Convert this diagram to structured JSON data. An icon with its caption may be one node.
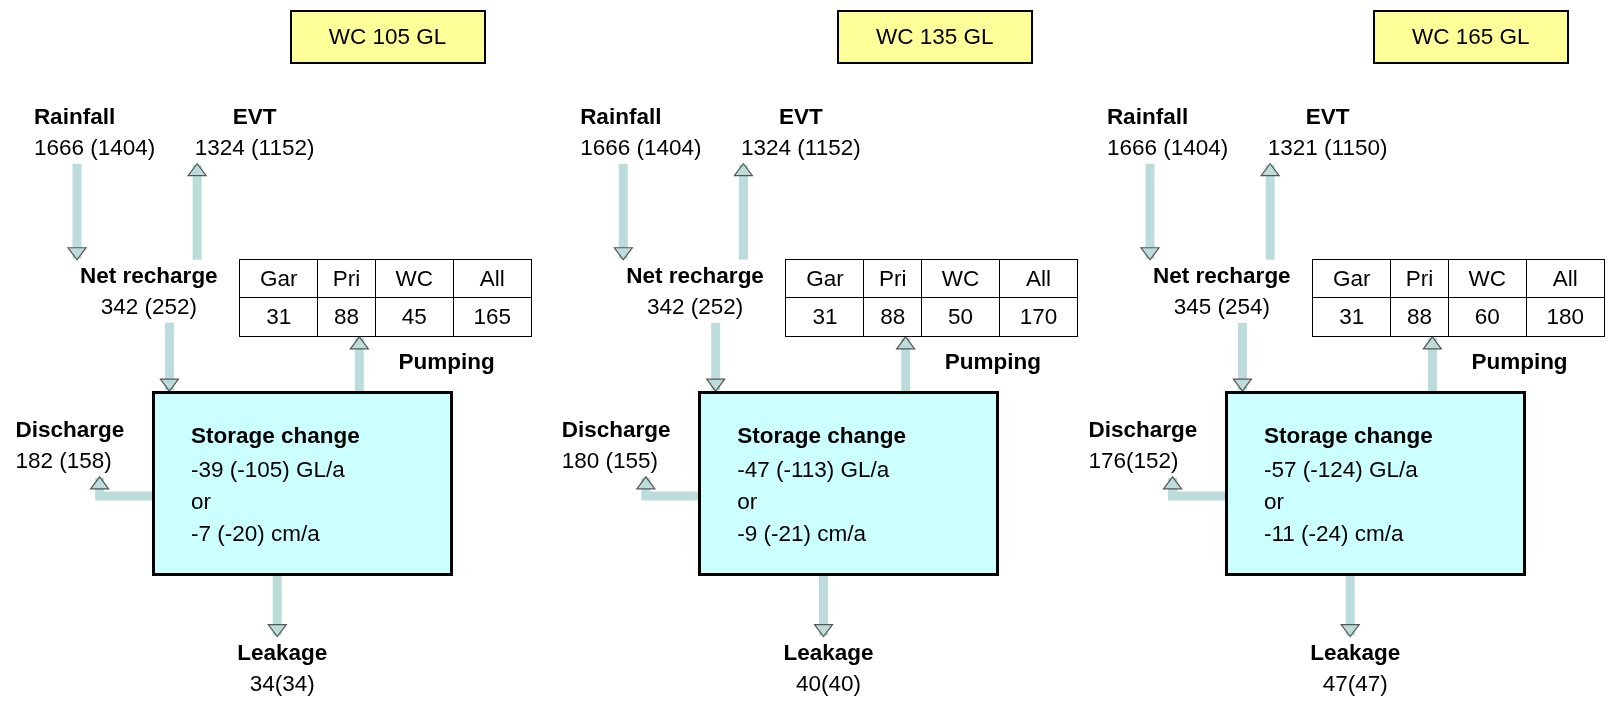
{
  "diagram": {
    "nodes": [
      {
        "text": [
          "WC 105 GL"
        ]
      },
      {
        "text": [
          "Rainfall",
          "1666 (1404)"
        ]
      },
      {
        "text": [
          "EVT",
          "1324 (1152)"
        ]
      },
      {
        "text": [
          "Net recharge",
          "342 (252)"
        ]
      },
      {
        "text": [
          "Gar",
          "Pri",
          "WC",
          "All",
          "31",
          "88",
          "45",
          "165"
        ],
        "beside": [
          "Pumping"
        ]
      },
      {
        "text": [
          "Storage change",
          "-39 (-105) GL/a",
          "or",
          "-7 (-20) cm/a"
        ]
      },
      {
        "text": [
          "Discharge",
          "182 (158)"
        ]
      },
      {
        "text": [
          "Leakage",
          "34(34)"
        ]
      },
      {
        "text": [
          "WC 135 GL"
        ]
      },
      {
        "text": [
          "Rainfall",
          "1666 (1404)"
        ]
      },
      {
        "text": [
          "EVT",
          "1324 (1152)"
        ]
      },
      {
        "text": [
          "Net recharge",
          "342 (252)"
        ]
      },
      {
        "text": [
          "Gar",
          "Pri",
          "WC",
          "All",
          "31",
          "88",
          "50",
          "170"
        ],
        "beside": [
          "Pumping"
        ]
      },
      {
        "text": [
          "Storage change",
          "-47 (-113) GL/a",
          "or",
          "-9 (-21) cm/a"
        ]
      },
      {
        "text": [
          "Discharge",
          "180 (155)"
        ]
      },
      {
        "text": [
          "Leakage",
          "40(40)"
        ]
      },
      {
        "text": [
          "WC 165 GL"
        ]
      },
      {
        "text": [
          "Rainfall",
          "1666 (1404)"
        ]
      },
      {
        "text": [
          "EVT",
          "1321 (1150)"
        ]
      },
      {
        "text": [
          "Net recharge",
          "345 (254)"
        ]
      },
      {
        "text": [
          "Gar",
          "Pri",
          "WC",
          "All",
          "31",
          "88",
          "60",
          "180"
        ],
        "beside": [
          "Pumping"
        ]
      },
      {
        "text": [
          "Storage change",
          "-57 (-124) GL/a",
          "or",
          "-11 (-24) cm/a"
        ]
      },
      {
        "text": [
          "Discharge",
          "176(152)"
        ]
      },
      {
        "text": [
          "Leakage",
          "47(47)"
        ]
      }
    ],
    "edges": [
      {
        "from": 1,
        "to": 3,
        "arrow": "to"
      },
      {
        "from": 3,
        "to": 2,
        "arrow": "to"
      },
      {
        "from": 3,
        "to": 5,
        "arrow": "to"
      },
      {
        "from": 5,
        "to": 4,
        "arrow": "to"
      },
      {
        "from": 5,
        "to": 6,
        "arrow": "to"
      },
      {
        "from": 5,
        "to": 7,
        "arrow": "to"
      },
      {
        "from": 9,
        "to": 11,
        "arrow": "to"
      },
      {
        "from": 11,
        "to": 10,
        "arrow": "to"
      },
      {
        "from": 11,
        "to": 13,
        "arrow": "to"
      },
      {
        "from": 13,
        "to": 12,
        "arrow": "to"
      },
      {
        "from": 13,
        "to": 14,
        "arrow": "to"
      },
      {
        "from": 13,
        "to": 15,
        "arrow": "to"
      },
      {
        "from": 17,
        "to": 19,
        "arrow": "to"
      },
      {
        "from": 19,
        "to": 18,
        "arrow": "to"
      },
      {
        "from": 19,
        "to": 21,
        "arrow": "to"
      },
      {
        "from": 21,
        "to": 20,
        "arrow": "to"
      },
      {
        "from": 21,
        "to": 22,
        "arrow": "to"
      },
      {
        "from": 21,
        "to": 23,
        "arrow": "to"
      }
    ]
  }
}
